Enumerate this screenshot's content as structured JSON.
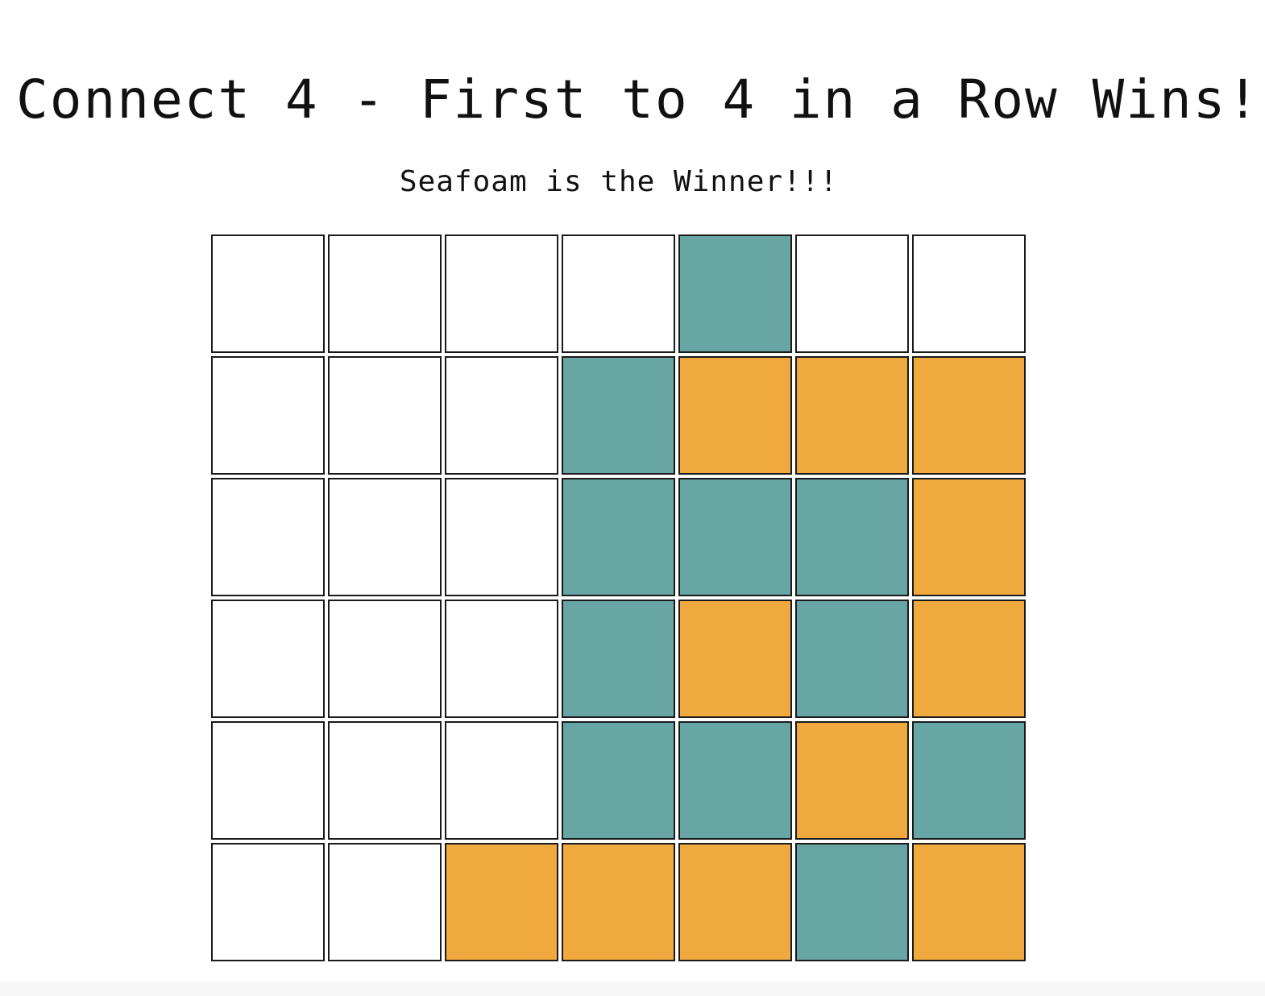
{
  "title": "Connect 4 - First to 4 in a Row Wins!",
  "status": "Seafoam is the Winner!!!",
  "colors": {
    "empty": "#ffffff",
    "seafoam": "#68a5a5",
    "orange": "#f0a93e"
  },
  "board": {
    "rows": 6,
    "columns": 7,
    "cells": [
      [
        "empty",
        "empty",
        "empty",
        "empty",
        "seafoam",
        "empty",
        "empty"
      ],
      [
        "empty",
        "empty",
        "empty",
        "seafoam",
        "orange",
        "orange",
        "orange"
      ],
      [
        "empty",
        "empty",
        "empty",
        "seafoam",
        "seafoam",
        "seafoam",
        "orange"
      ],
      [
        "empty",
        "empty",
        "empty",
        "seafoam",
        "orange",
        "seafoam",
        "orange"
      ],
      [
        "empty",
        "empty",
        "empty",
        "seafoam",
        "seafoam",
        "orange",
        "seafoam"
      ],
      [
        "empty",
        "empty",
        "orange",
        "orange",
        "orange",
        "seafoam",
        "orange"
      ]
    ]
  }
}
